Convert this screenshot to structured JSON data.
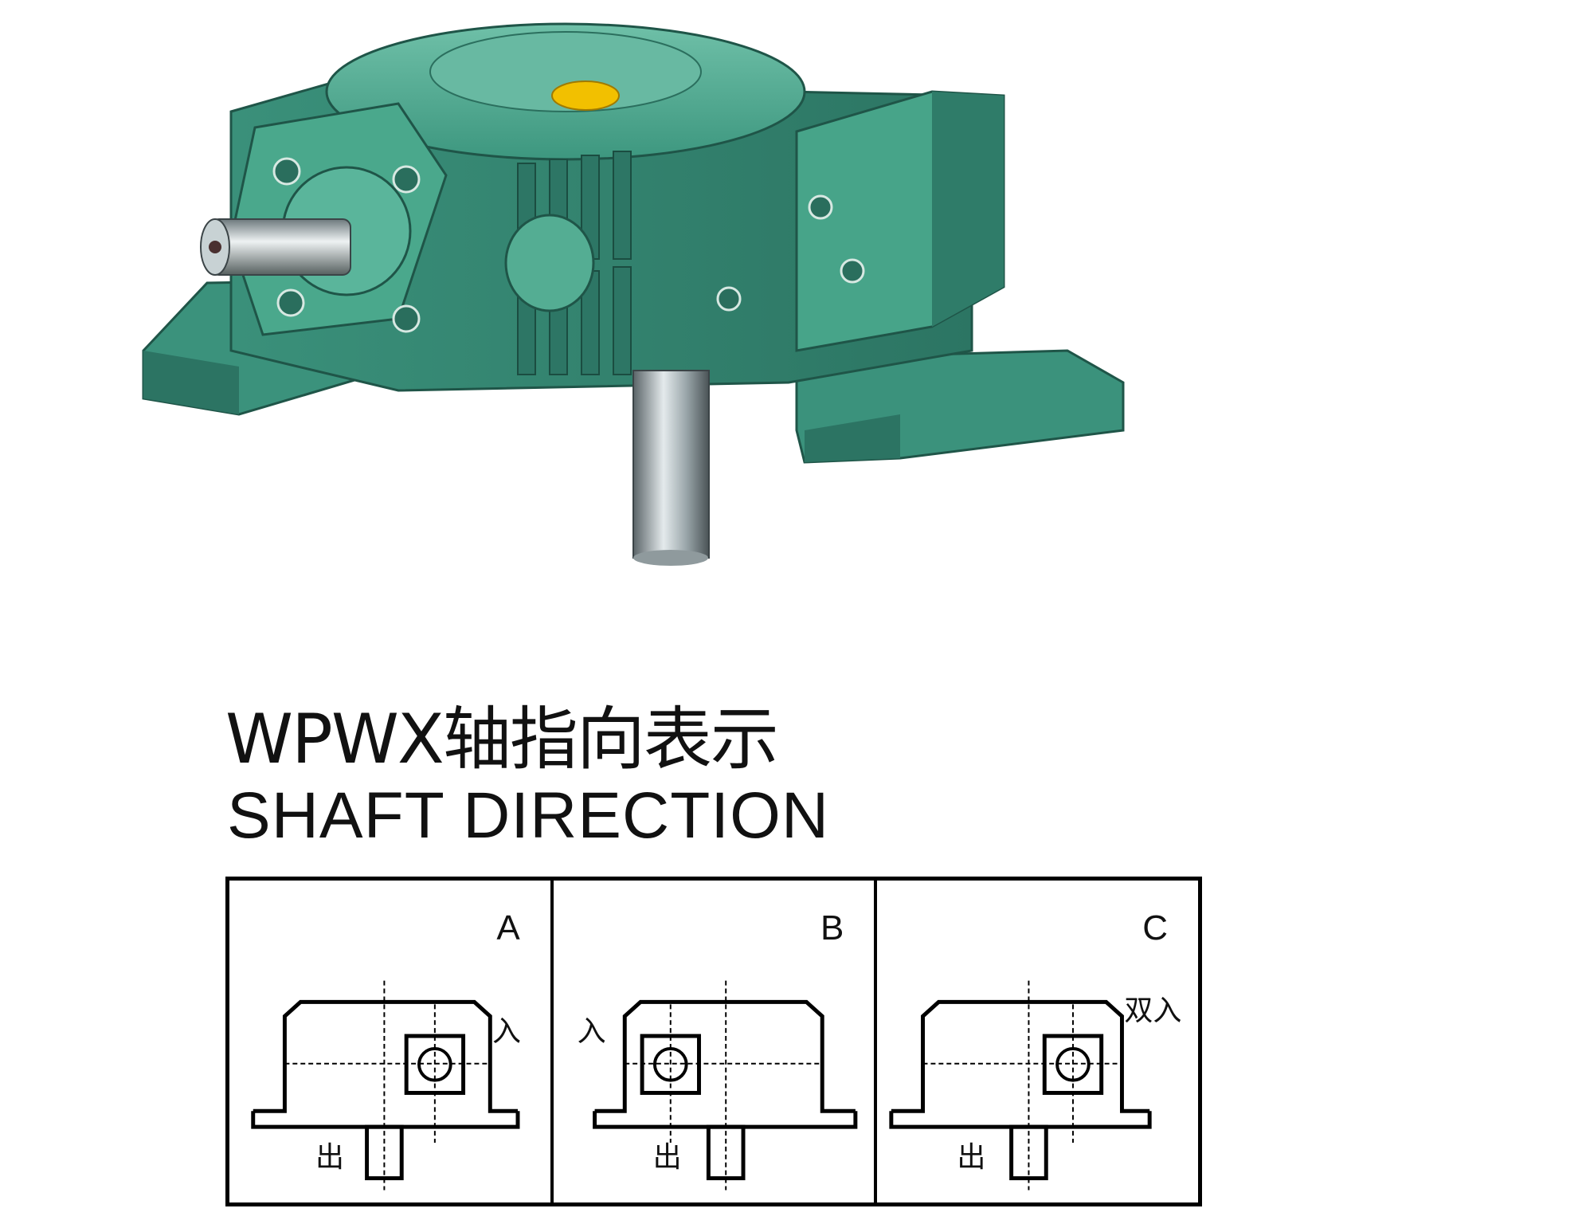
{
  "title": {
    "chinese": "WPWX轴指向表示",
    "english": "SHAFT DIRECTION"
  },
  "photo": {
    "icon": "worm-gear-reducer-photo",
    "colors": {
      "body": "#3f9e86",
      "body_dark": "#2a6e5d",
      "plug": "#f2c000",
      "shaft": "#8c9aa0"
    }
  },
  "panels": [
    {
      "letter": "A",
      "input_label": "入",
      "output_label": "出",
      "input_side": "right"
    },
    {
      "letter": "B",
      "input_label": "入",
      "output_label": "出",
      "input_side": "left"
    },
    {
      "letter": "C",
      "input_label": "双入",
      "output_label": "出",
      "input_side": "both"
    }
  ]
}
